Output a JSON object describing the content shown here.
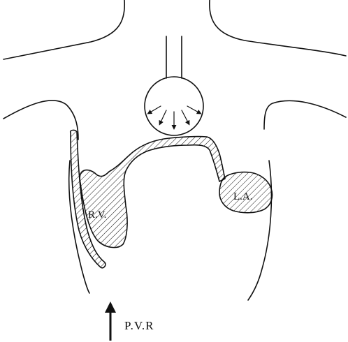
{
  "labels": {
    "right_ventricle": "R.V.",
    "left_atrium": "L.A.",
    "pvr": "P.V.R"
  },
  "colors": {
    "ink": "#111111",
    "background": "#ffffff"
  },
  "icons": {
    "pvr_arrow": "arrow-up-icon"
  }
}
